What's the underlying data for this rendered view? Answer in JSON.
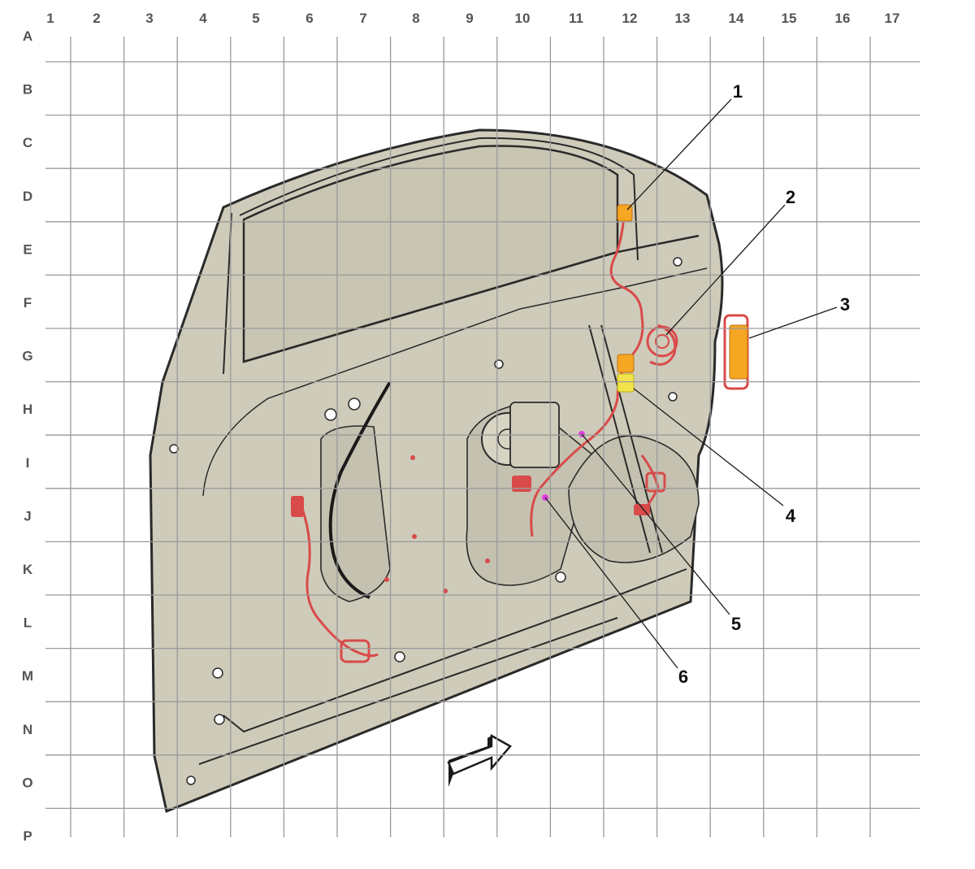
{
  "grid": {
    "columns": [
      "1",
      "2",
      "3",
      "4",
      "5",
      "6",
      "7",
      "8",
      "9",
      "10",
      "11",
      "12",
      "13",
      "14",
      "15",
      "16",
      "17"
    ],
    "rows": [
      "A",
      "B",
      "C",
      "D",
      "E",
      "F",
      "G",
      "H",
      "I",
      "J",
      "K",
      "L",
      "M",
      "N",
      "O",
      "P"
    ]
  },
  "callouts": [
    "1",
    "2",
    "3",
    "4",
    "5",
    "6"
  ],
  "colors": {
    "door_fill": "#cfcbba",
    "outline": "#2a2a2a",
    "harness": "#d94a4a",
    "connector_orange": "#f5a623",
    "connector_yellow": "#f2e34a",
    "marker_magenta": "#e040e0",
    "grid_line": "#9a9a9a",
    "label_color": "#555555"
  }
}
